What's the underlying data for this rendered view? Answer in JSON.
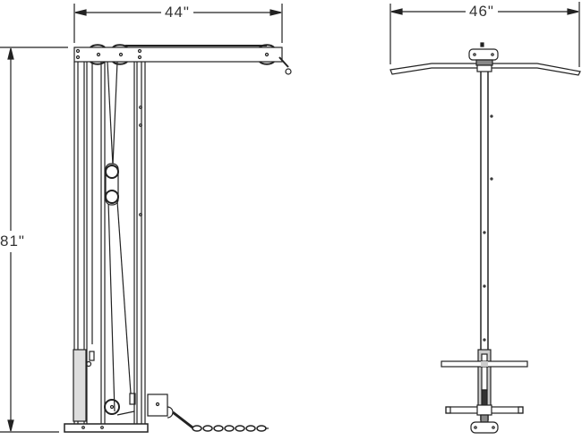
{
  "dimensions": {
    "side_width": "44\"",
    "side_height": "81\"",
    "front_width": "46\""
  },
  "colors": {
    "line": "#222222",
    "dim": "#333333"
  }
}
